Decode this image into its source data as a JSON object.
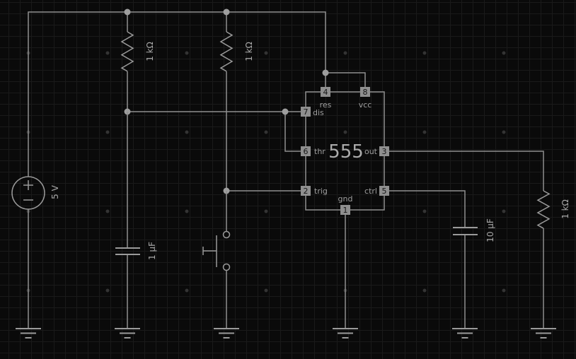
{
  "app": {
    "type": "circuit-schematic-canvas",
    "colors": {
      "background": "#0a0a0a",
      "grid_line": "#1a1a1a",
      "grid_dot": "#343434",
      "wire": "#8f8f8f",
      "junction_dot": "#9e9e9e",
      "pin_square_fill": "#8f8f8f",
      "pin_number_text": "#161616",
      "label_text": "#a8a8a8"
    }
  },
  "components": {
    "v1": {
      "kind": "voltage-source",
      "label": "5 V"
    },
    "r1": {
      "kind": "resistor",
      "label": "1 kΩ"
    },
    "r2": {
      "kind": "resistor",
      "label": "1 kΩ"
    },
    "r3": {
      "kind": "resistor",
      "label": "1 kΩ"
    },
    "c1": {
      "kind": "capacitor",
      "label": "1 µF"
    },
    "c2": {
      "kind": "capacitor",
      "label": "10 µF"
    },
    "sw1": {
      "kind": "pushbutton-switch"
    },
    "ic555": {
      "kind": "timer-ic",
      "title": "555",
      "pin4": {
        "num": "4",
        "label": "res"
      },
      "pin8": {
        "num": "8",
        "label": "vcc"
      },
      "pin7": {
        "num": "7",
        "label": "dis"
      },
      "pin6": {
        "num": "6",
        "label": "thr"
      },
      "pin2": {
        "num": "2",
        "label": "trig"
      },
      "pin3": {
        "num": "3",
        "label": "out"
      },
      "pin5": {
        "num": "5",
        "label": "ctrl"
      },
      "pin1": {
        "num": "1",
        "label": "gnd"
      }
    }
  }
}
